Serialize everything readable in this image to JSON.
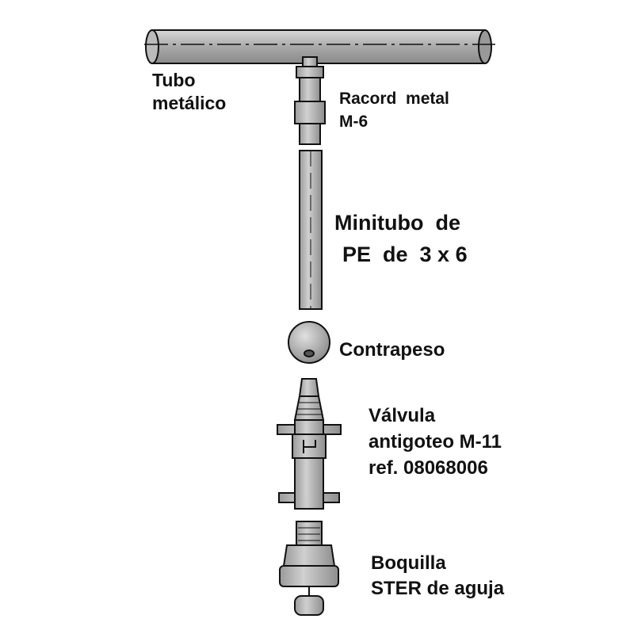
{
  "labels": {
    "tubo_line1": "Tubo",
    "tubo_line2": "metálico",
    "racord_line1": "Racord  metal",
    "racord_line2": "M-6",
    "minitubo_line1": "Minitubo  de",
    "minitubo_line2": "PE  de  3 x 6",
    "contrapeso": "Contrapeso",
    "valvula_line1": "Válvula",
    "valvula_line2": "antigoteo M-11",
    "valvula_line3": "ref. 08068006",
    "boquilla_line1": "Boquilla",
    "boquilla_line2": "STER de aguja"
  }
}
